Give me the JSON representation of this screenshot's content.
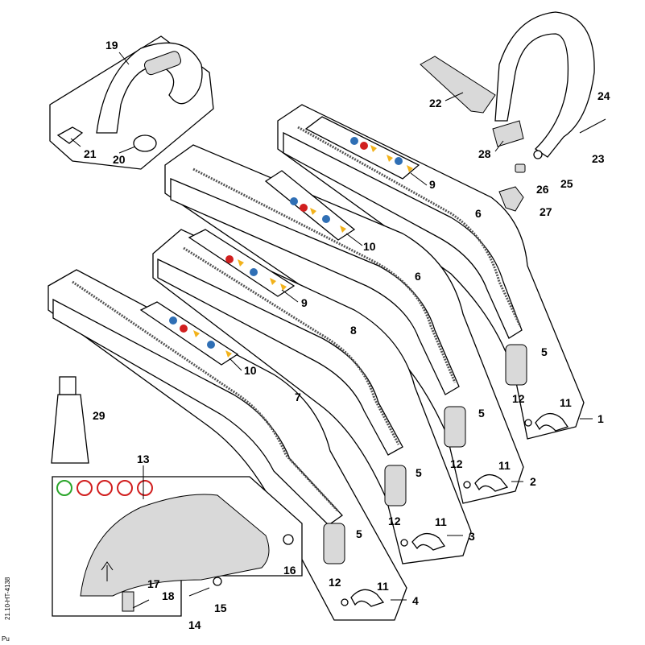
{
  "diagram": {
    "doc_code": "21.10-HT-4138",
    "side_tag": "Pu",
    "callouts": {
      "c1": "1",
      "c2": "2",
      "c3": "3",
      "c4": "4",
      "c5a": "5",
      "c5b": "5",
      "c5c": "5",
      "c5d": "5",
      "c6a": "6",
      "c6b": "6",
      "c7": "7",
      "c8": "8",
      "c9a": "9",
      "c9b": "9",
      "c10a": "10",
      "c10b": "10",
      "c11a": "11",
      "c11b": "11",
      "c11c": "11",
      "c11d": "11",
      "c12a": "12",
      "c12b": "12",
      "c12c": "12",
      "c12d": "12",
      "c13": "13",
      "c14": "14",
      "c15": "15",
      "c16": "16",
      "c17": "17",
      "c18": "18",
      "c19": "19",
      "c20": "20",
      "c21": "21",
      "c22": "22",
      "c23": "23",
      "c24": "24",
      "c25": "25",
      "c26": "26",
      "c27": "27",
      "c28": "28",
      "c29": "29"
    },
    "colors": {
      "line": "#000000",
      "label_blue": "#2f6fb5",
      "label_yellow": "#f2b21b",
      "label_red": "#d11f1f",
      "label_green": "#2aa52a"
    }
  }
}
